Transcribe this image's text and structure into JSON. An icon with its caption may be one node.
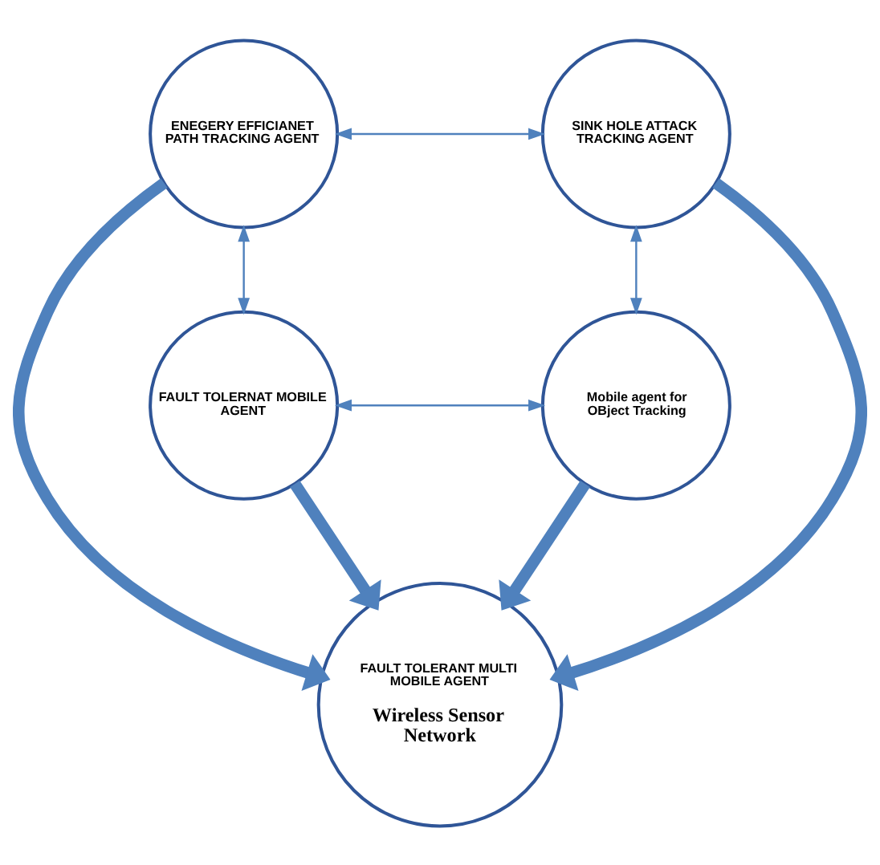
{
  "diagram": {
    "nodes": [
      {
        "text": [
          "ENEGERY EFFICIANET PATH TRACKING AGENT"
        ]
      },
      {
        "text": [
          "SINK HOLE ATTACK TRACKING AGENT"
        ]
      },
      {
        "text": [
          "FAULT TOLERANT MULTI MOBILE AGENT",
          "Wireless Sensor Network"
        ]
      },
      {
        "text": [
          "FAULT TOLERNAT MOBILE AGENT"
        ]
      },
      {
        "text": [
          "Mobile agent for OBject Tracking"
        ]
      }
    ],
    "edges": [
      {
        "from": 0,
        "to": 1,
        "arrow": "both"
      },
      {
        "from": 0,
        "to": 2,
        "arrow": "to",
        "style": "thick"
      },
      {
        "from": 1,
        "to": 2,
        "arrow": "to",
        "style": "thick"
      },
      {
        "from": 0,
        "to": 3,
        "arrow": "both"
      },
      {
        "from": 1,
        "to": 4,
        "arrow": "both"
      },
      {
        "from": 3,
        "to": 2,
        "arrow": "to",
        "style": "thick"
      },
      {
        "from": 4,
        "to": 2,
        "arrow": "to",
        "style": "thick"
      },
      {
        "from": 3,
        "to": 4,
        "arrow": "both"
      }
    ]
  }
}
